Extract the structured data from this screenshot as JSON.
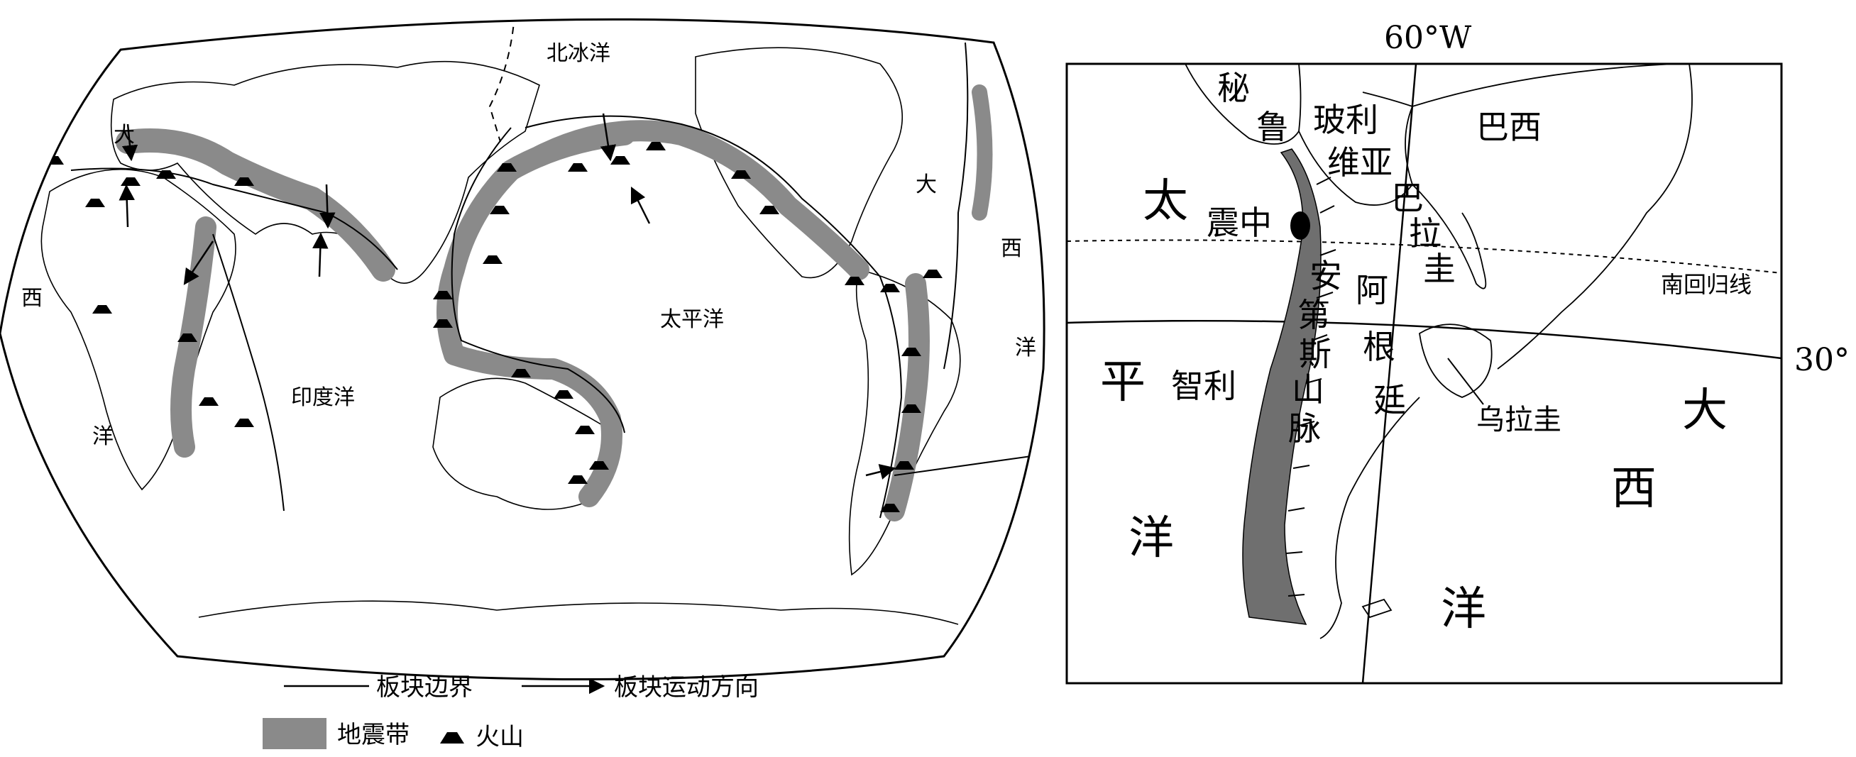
{
  "world_map": {
    "oceans": {
      "arctic": "北冰洋",
      "pacific": "太平洋",
      "indian": "印度洋",
      "atlantic_left": [
        "大",
        "西",
        "洋"
      ],
      "atlantic_right": [
        "大",
        "西",
        "洋"
      ]
    }
  },
  "legend": {
    "plate_boundary": "板块边界",
    "plate_motion": "板块运动方向",
    "seismic_belt": "地震带",
    "volcano": "火山"
  },
  "inset": {
    "meridian_label": "60°W",
    "latitude_label": "30°",
    "tropic_label": "南回归线",
    "pacific_vertical": [
      "太",
      "平",
      "洋"
    ],
    "atlantic_vertical": [
      "大",
      "西",
      "洋"
    ],
    "countries": {
      "peru": [
        "秘",
        "鲁"
      ],
      "bolivia": [
        "玻利",
        "维亚"
      ],
      "brazil": "巴西",
      "paraguay": [
        "巴",
        "拉",
        "圭"
      ],
      "argentina": [
        "阿",
        "根",
        "廷"
      ],
      "chile": "智利",
      "uruguay": "乌拉圭"
    },
    "epicenter_label": "震中",
    "andes_label": [
      "安",
      "第",
      "斯",
      "山",
      "脉"
    ]
  },
  "colors": {
    "seismic_belt": "#8a8a8a",
    "andes": "#6f6f6f",
    "ink": "#000000"
  }
}
